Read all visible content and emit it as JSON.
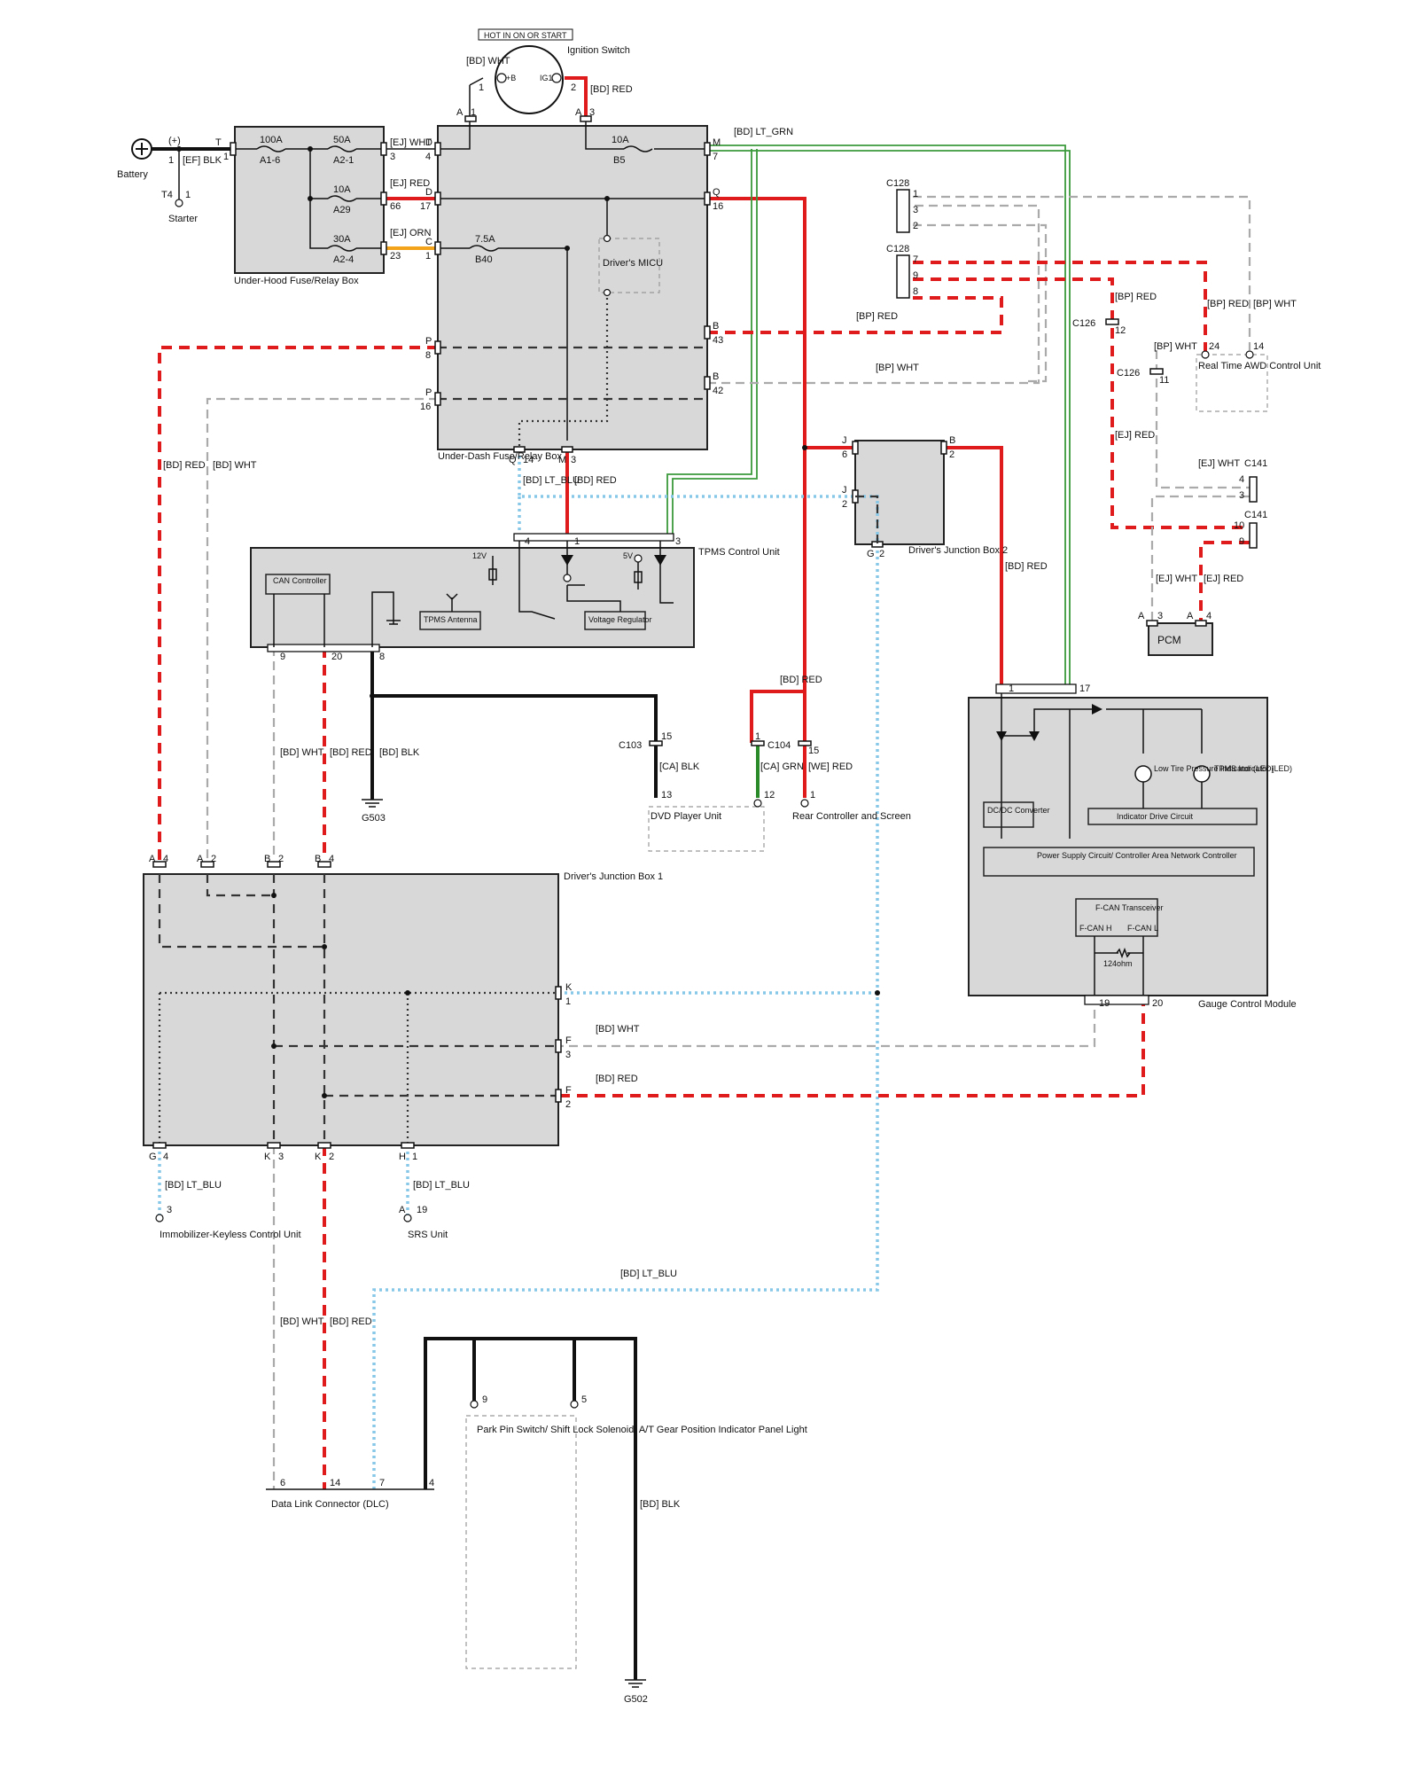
{
  "header": {
    "condition": "HOT IN ON OR START"
  },
  "components": {
    "ignition_switch": "Ignition Switch",
    "ignition_b": "+B",
    "ignition_ig1": "IG1",
    "battery": "Battery",
    "starter": "Starter",
    "underhood_box": "Under-Hood Fuse/Relay Box",
    "underdash_box": "Under-Dash Fuse/Relay Box",
    "drivers_micu": "Driver's MICU",
    "tpms_unit": "TPMS Control Unit",
    "can_controller": "CAN Controller",
    "tpms_antenna": "TPMS Antenna",
    "voltage_regulator": "Voltage Regulator",
    "v12": "12V",
    "v5": "5V",
    "djb2": "Driver's Junction Box 2",
    "djb1": "Driver's Junction Box 1",
    "realtime_awd": "Real Time AWD Control Unit",
    "pcm": "PCM",
    "gauge_module": "Gauge Control Module",
    "dcdc": "DC/DC Converter",
    "low_tire": "Low Tire Pressure Indicator (LED)",
    "tpms_indicator": "TPMS Indicator (LED)",
    "indicator_drive": "Indicator Drive Circuit",
    "power_supply": "Power Supply Circuit/ Controller Area Network Controller",
    "fcan": "F-CAN Transceiver",
    "fcan_h": "F-CAN H",
    "fcan_l": "F-CAN L",
    "ohm": "124ohm",
    "dvd": "DVD Player Unit",
    "rear_controller": "Rear Controller and Screen",
    "immobilizer": "Immobilizer-Keyless Control Unit",
    "srs": "SRS Unit",
    "dlc": "Data Link Connector (DLC)",
    "park_pin": "Park Pin Switch/ Shift Lock Solenoid/ A/T Gear Position Indicator Panel Light",
    "g503": "G503",
    "g502": "G502"
  },
  "fuses": {
    "f100a": "100A",
    "f100a_id": "A1-6",
    "f50a": "50A",
    "f50a_id": "A2-1",
    "f10a": "10A",
    "f10a_id": "A29",
    "f30a": "30A",
    "f30a_id": "A2-4",
    "f75a": "7.5A",
    "f75a_id": "B40",
    "f10a_b5": "10A",
    "f10a_b5_id": "B5"
  },
  "wire_labels": {
    "bd_wht_ign": "[BD] WHT",
    "bd_red_ign": "[BD] RED",
    "ef_blk": "[EF] BLK",
    "ej_wht": "[EJ] WHT",
    "ej_red": "[EJ] RED",
    "ej_orn": "[EJ] ORN",
    "bd_lt_grn": "[BD] LT_GRN",
    "bp_red_43": "[BP] RED",
    "bp_wht_42": "[BP] WHT",
    "bd_red_left": "[BD] RED",
    "bd_wht_left": "[BD] WHT",
    "bd_lt_blu_14": "[BD] LT_BLU",
    "bd_red_m3": "[BD] RED",
    "bd_wht_9": "[BD] WHT",
    "bd_red_20": "[BD] RED",
    "bd_blk_8": "[BD] BLK",
    "bd_red_c103": "[BD] RED",
    "ca_blk": "[CA] BLK",
    "ca_grn": "[CA] GRN",
    "we_red": "[WE] RED",
    "bd_red_djb2": "[BD] RED",
    "bp_red_c126": "[BP] RED",
    "bp_wht_c126": "[BP] WHT",
    "bp_red_awd": "[BP] RED",
    "bp_wht_awd": "[BP] WHT",
    "ej_red_c126": "[EJ] RED",
    "ej_wht_c141": "[EJ] WHT",
    "ej_wht_pcm": "[EJ] WHT",
    "ej_red_pcm": "[EJ] RED",
    "bd_wht_f3": "[BD] WHT",
    "bd_red_f2": "[BD] RED",
    "bd_lt_blu_g4": "[BD] LT_BLU",
    "bd_lt_blu_h1": "[BD] LT_BLU",
    "bd_wht_dlc": "[BD] WHT",
    "bd_red_dlc": "[BD] RED",
    "bd_lt_blu_dlc": "[BD] LT_BLU",
    "bd_blk_g502": "[BD] BLK"
  },
  "connectors": {
    "c103": "C103",
    "c104": "C104",
    "c128a": "C128",
    "c128b": "C128",
    "c126a": "C126",
    "c126b": "C126",
    "c141a": "C141",
    "c141b": "C141"
  },
  "pins": {
    "ign_1": "1",
    "ign_2": "2",
    "a1": "A",
    "a1n": "1",
    "a3": "A",
    "a3n": "3",
    "bat_1": "1",
    "plus": "(+)",
    "t1": "T",
    "t1n": "1",
    "t4": "T4",
    "t4n": "1",
    "uh3": "3",
    "uh66": "66",
    "uh23": "23",
    "d4": "D",
    "d4n": "4",
    "d17": "D",
    "d17n": "17",
    "c1": "C",
    "c1n": "1",
    "m7": "M",
    "m7n": "7",
    "q16": "Q",
    "q16n": "16",
    "b43": "B",
    "b43n": "43",
    "b42": "B",
    "b42n": "42",
    "p8": "P",
    "p8n": "8",
    "p16": "P",
    "p16n": "16",
    "q14": "Q",
    "q14n": "14",
    "m3": "M",
    "m3n": "3",
    "tp4": "4",
    "tp1": "1",
    "tp3": "3",
    "tp9": "9",
    "tp20": "20",
    "tp8": "8",
    "j6": "J",
    "j6n": "6",
    "b2": "B",
    "b2n": "2",
    "j2": "J",
    "j2n": "2",
    "g2": "G",
    "g2n": "2",
    "c128_1": "1",
    "c128_3": "3",
    "c128_2": "2",
    "c128_7": "7",
    "c128_9": "9",
    "c128_8": "8",
    "c126_12": "12",
    "c126_11": "11",
    "awd24": "24",
    "awd14": "14",
    "c141_4": "4",
    "c141_3": "3",
    "c141_10": "10",
    "c141_9": "9",
    "pcm_a3": "A",
    "pcm_3": "3",
    "pcm_a4": "A",
    "pcm_4": "4",
    "gc1": "1",
    "gc17": "17",
    "gc19": "19",
    "gc20": "20",
    "c103_15": "15",
    "c103_13": "13",
    "c103_1": "1",
    "c104_12": "12",
    "c104_15": "15",
    "c104_1": "1",
    "a4": "A",
    "a4n": "4",
    "a2": "A",
    "a2n": "2",
    "b2l": "B",
    "b2ln": "2",
    "b4": "B",
    "b4n": "4",
    "k1": "K",
    "k1n": "1",
    "f3": "F",
    "f3n": "3",
    "f2": "F",
    "f2n": "2",
    "g4": "G",
    "g4n": "4",
    "k3": "K",
    "k3n": "3",
    "k2": "K",
    "k2n": "2",
    "h1": "H",
    "h1n": "1",
    "imm3": "3",
    "srs_a": "A",
    "srs19": "19",
    "dlc6": "6",
    "dlc14": "14",
    "dlc7": "7",
    "dlc4": "4",
    "pp9": "9",
    "pp5": "5"
  },
  "colors": {
    "red": "#e01b1b",
    "black": "#111111",
    "white_wire": "#aaaaaa",
    "lt_blue": "#87c8e8",
    "lt_green": "#3b9a3b",
    "green": "#2a8a2a",
    "orange": "#f2a31a",
    "box_fill": "#d8d8d8"
  }
}
